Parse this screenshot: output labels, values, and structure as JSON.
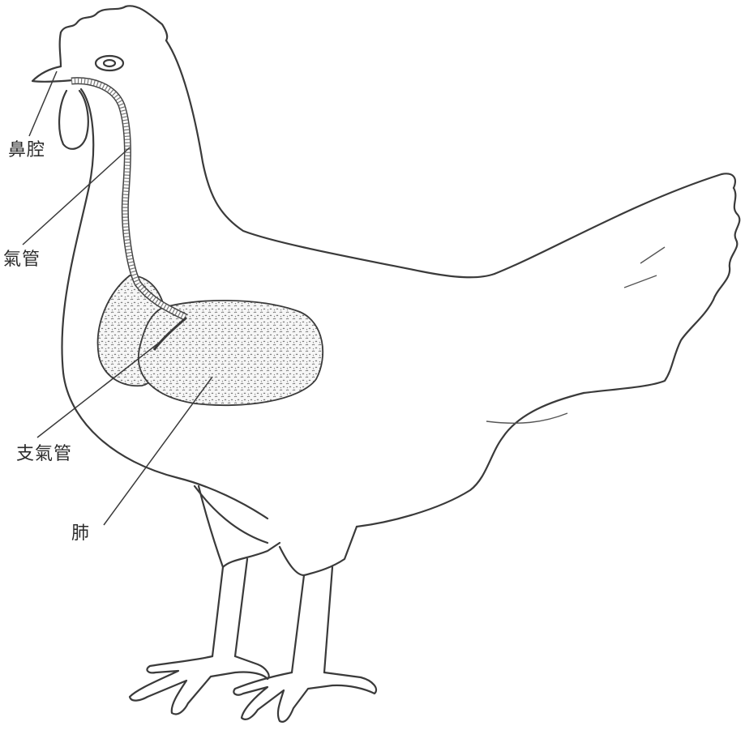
{
  "diagram": {
    "labels": {
      "nasal_cavity": "鼻腔",
      "trachea": "氣管",
      "bronchus": "支氣管",
      "lung": "肺"
    }
  },
  "colors": {
    "ink": "#3a3a3a",
    "background": "#ffffff",
    "organ_fill": "#f4f4f4"
  }
}
